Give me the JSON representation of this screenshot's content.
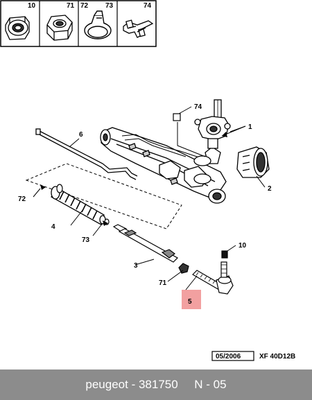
{
  "legend": {
    "cells": [
      {
        "number": "10",
        "icon": "nut-collar-icon"
      },
      {
        "number": "71",
        "icon": "hex-nut-icon"
      },
      {
        "number": "72",
        "icon": "hose-clip-icon"
      },
      {
        "number": "73",
        "icon": "hose-clip-icon"
      },
      {
        "number": "74",
        "icon": "connector-clip-icon"
      }
    ]
  },
  "callouts": {
    "c1": "1",
    "c2": "2",
    "c3": "3",
    "c4": "4",
    "c5": "5",
    "c6": "6",
    "c10": "10",
    "c71": "71",
    "c72": "72",
    "c73": "73",
    "c74": "74"
  },
  "highlight": {
    "part_number": "5",
    "color": "#f2a0a0"
  },
  "footer": {
    "date": "05/2006",
    "reference": "XF 40D12B"
  },
  "caption": "peugeot - 381750     N - 05",
  "colors": {
    "caption_bar": "#8c8c8c",
    "caption_text": "#ffffff",
    "line_art": "#000000"
  }
}
